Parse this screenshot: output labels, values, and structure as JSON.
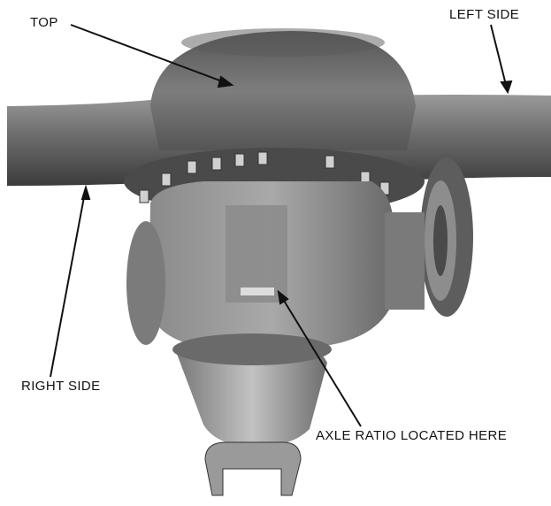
{
  "callouts": {
    "top": "TOP",
    "left_side": "LEFT SIDE",
    "right_side": "RIGHT SIDE",
    "axle_ratio": "AXLE RATIO LOCATED HERE"
  },
  "figure": {
    "subject": "rear axle differential housing"
  },
  "colors": {
    "ink": "#111111",
    "metal_dark": "#3f3f3f",
    "metal_mid": "#767676",
    "metal_light": "#b8b8b8"
  }
}
